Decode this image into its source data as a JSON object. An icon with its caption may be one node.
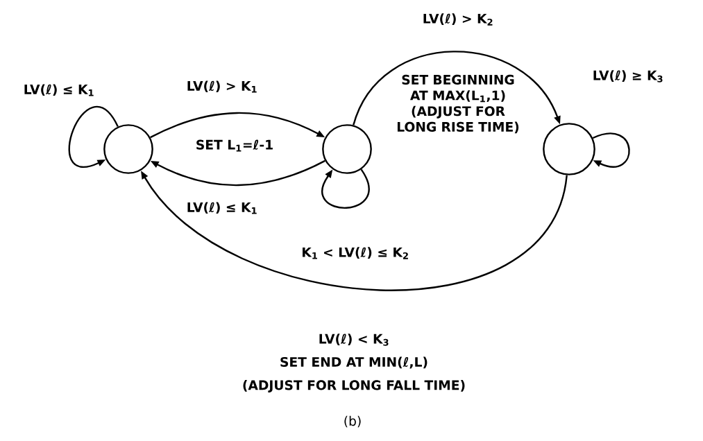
{
  "diagram": {
    "caption": "(b)",
    "nodes": [
      {
        "text": [],
        "shape": "circle"
      },
      {
        "text": [],
        "shape": "circle"
      },
      {
        "text": [],
        "shape": "circle"
      }
    ],
    "edges": [
      {
        "from": 0,
        "to": 0,
        "arrow": "to",
        "label": "LV(ℓ) ≤ K$_{1}$"
      },
      {
        "from": 0,
        "to": 1,
        "arrow": "to",
        "label": "LV(ℓ) > K$_{1}$"
      },
      {
        "from": 1,
        "to": 0,
        "arrow": "to",
        "label": "LV(ℓ) ≤ K$_{1}$"
      },
      {
        "from": 1,
        "to": 1,
        "arrow": "to",
        "label": "K$_{1}$ < LV(ℓ) ≤ K$_{2}$"
      },
      {
        "from": 1,
        "to": 2,
        "arrow": "to",
        "label": "LV(ℓ) > K$_{2}$"
      },
      {
        "from": 2,
        "to": 2,
        "arrow": "to",
        "label": "LV(ℓ) ≥ K$_{3}$"
      },
      {
        "from": 2,
        "to": 0,
        "arrow": "to",
        "label": "LV(ℓ) < K$_{3}$"
      }
    ],
    "labels": [
      "SET L$_{1}$=ℓ-1",
      "SET BEGINNING AT MAX(L$_{1}$,1) (ADJUST FOR LONG RISE TIME)",
      "SET END AT MIN(ℓ,L)",
      "(ADJUST FOR LONG FALL TIME)"
    ]
  }
}
